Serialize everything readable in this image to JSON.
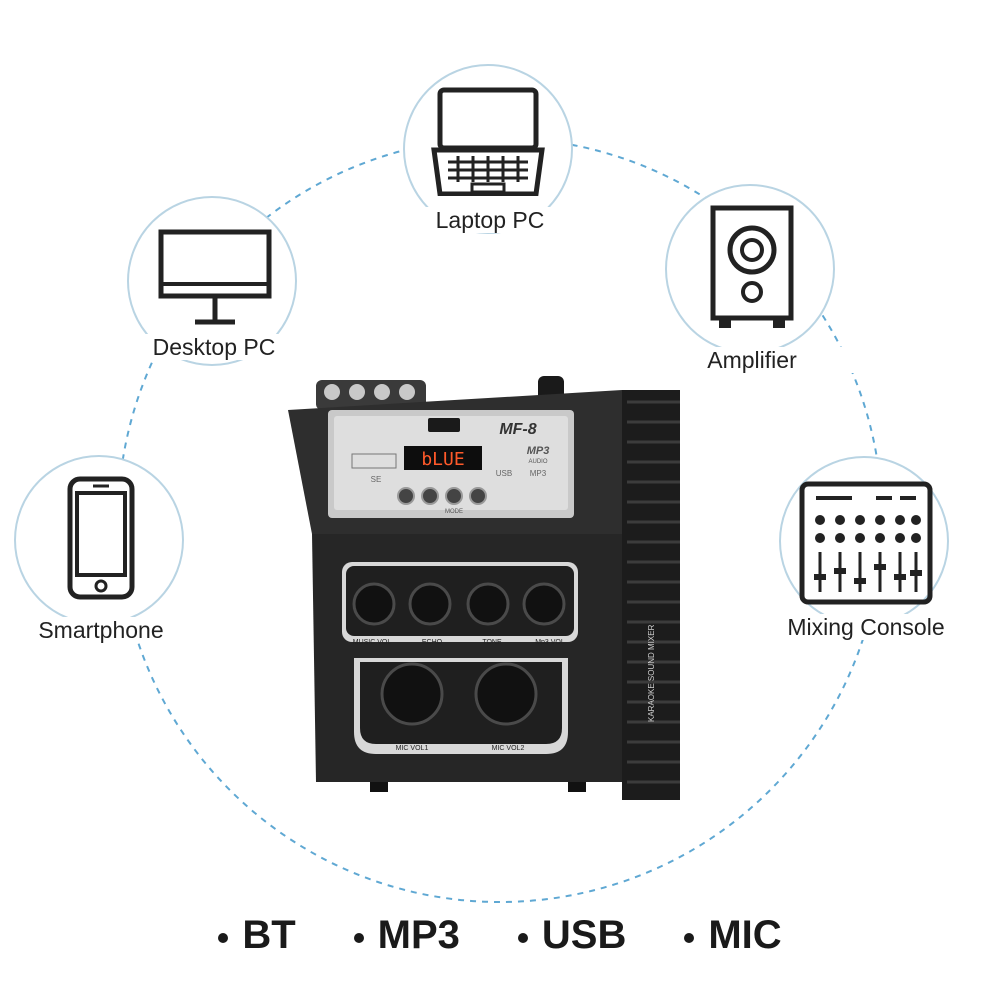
{
  "devices": {
    "laptop": "Laptop PC",
    "desktop": "Desktop PC",
    "amplifier": "Amplifier",
    "smartphone": "Smartphone",
    "mixing_console": "Mixing Console"
  },
  "mixer": {
    "model": "MF-8",
    "display": "bLUE",
    "usb_label": "USB",
    "mp3_label": "MP3",
    "mp3_logo": "MP3",
    "audio_label": "AUDIO",
    "se_label": "SE",
    "side_text": "KARAOKE SOUND MIXER",
    "knobs": [
      "MUSIC VOL",
      "ECHO",
      "TONE",
      "Mp3 VOL"
    ],
    "mic_knobs": [
      "MIC VOL1",
      "MIC VOL2"
    ],
    "button_icons": [
      "prev-icon",
      "rewind-icon",
      "mode-button",
      "next-icon"
    ],
    "mode_label": "MODE"
  },
  "features": [
    "BT",
    "MP3",
    "USB",
    "MIC"
  ],
  "colors": {
    "ring": "#5fa8d3",
    "node_border": "#b9d4e3",
    "display_text": "#ff5a2a",
    "mixer_body": "#2b2b2b"
  }
}
